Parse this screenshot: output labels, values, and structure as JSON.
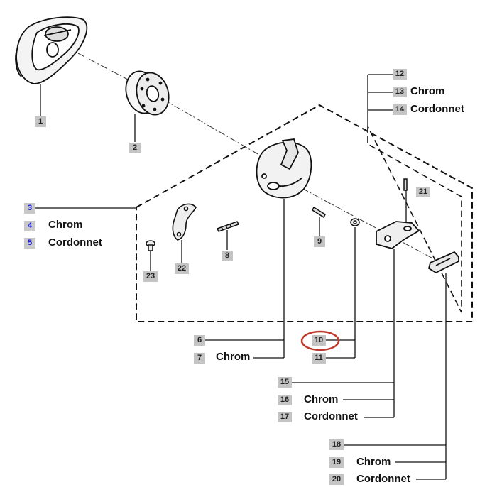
{
  "callouts": {
    "c1": "1",
    "c2": "2",
    "c3": "3",
    "c4": "4",
    "c5": "5",
    "c6": "6",
    "c7": "7",
    "c8": "8",
    "c9": "9",
    "c10": "10",
    "c11": "11",
    "c12": "12",
    "c13": "13",
    "c14": "14",
    "c15": "15",
    "c16": "16",
    "c17": "17",
    "c18": "18",
    "c19": "19",
    "c20": "20",
    "c21": "21",
    "c22": "22",
    "c23": "23"
  },
  "texts": {
    "chrom_4": "Chrom",
    "cordonnet_5": "Cordonnet",
    "chrom_7": "Chrom",
    "chrom_13": "Chrom",
    "cordonnet_14": "Cordonnet",
    "chrom_16": "Chrom",
    "cordonnet_17": "Cordonnet",
    "chrom_19": "Chrom",
    "cordonnet_20": "Cordonnet"
  },
  "highlight": {
    "part": "10",
    "color": "#c0392b"
  },
  "colors": {
    "line": "#111111",
    "label_bg": "#c4c4c4",
    "label_blue": "#1a1ad6"
  }
}
